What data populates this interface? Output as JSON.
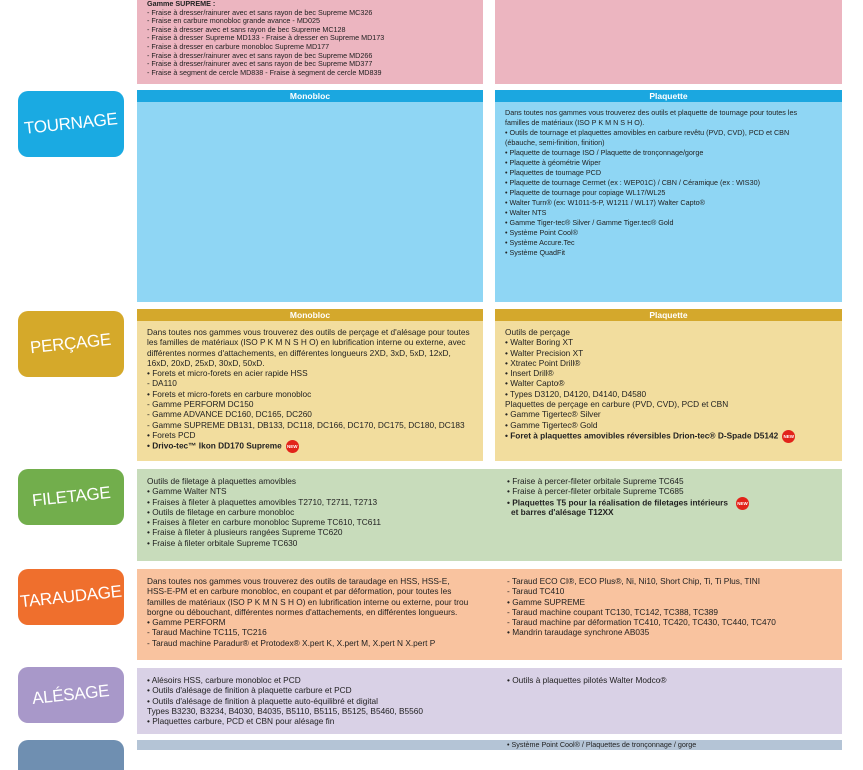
{
  "colors": {
    "pink": "#ecb5c0",
    "blue": "#8fd6f4",
    "blue_hdr": "#1ba7e0",
    "yellow": "#f2dd9e",
    "yellow_hdr": "#d4a82c",
    "green": "#c8dcbb",
    "orange": "#f9c39f",
    "lilac": "#d9d1e6",
    "steel": "#b4c4d6",
    "tab_tournage": "#1aaae2",
    "tab_percage": "#d5a92a",
    "tab_filetage": "#72ae4c",
    "tab_taraudage": "#ef6f2d",
    "tab_alesage": "#a898c9",
    "tab_last": "#6f8fb1",
    "new_badge": "#e2231a"
  },
  "top": {
    "left": [
      "Gamme SUPREME :",
      "- Fraise à dresser/rainurer avec et sans rayon de bec Supreme MC326",
      "- Fraise en carbure monobloc grande avance - MD025",
      "- Fraise à dresser avec et sans rayon de bec Supreme MC128",
      "- Fraise à dresser Supreme MD133 - Fraise à dresser en Supreme MD173",
      "- Fraise à dresser en carbure monobloc Supreme MD177",
      "- Fraise à dresser/rainurer avec et sans rayon de bec Supreme MD266",
      "- Fraise à dresser/rainurer avec et sans rayon de bec Supreme MD377",
      "- Fraise à segment de cercle MD838 - Fraise à segment de cercle MD839"
    ]
  },
  "tournage": {
    "tab": "TOURNAGE",
    "hdr_left": "Monobloc",
    "hdr_right": "Plaquette",
    "right": [
      "Dans toutes nos gammes vous trouverez des outils et plaquette de tournage pour toutes les",
      "familles de matériaux (ISO P K M N S H O).",
      "• Outils de tournage et plaquettes amovibles en carbure revêtu (PVD, CVD), PCD et CBN",
      "(ébauche, semi-finition, finition)",
      "• Plaquette de tournage ISO / Plaquette de tronçonnage/gorge",
      "• Plaquette à géométrie Wiper",
      "• Plaquettes de tournage PCD",
      "• Plaquette de tournage Cermet (ex : WEP01C) / CBN / Céramique (ex : WIS30)",
      "• Plaquette de tournage pour copiage WL17/WL25",
      "• Walter Turn® (ex: W1011-5-P, W1211 / WL17) Walter Capto®",
      "• Walter NTS",
      "• Gamme Tiger-tec® Silver / Gamme Tiger.tec® Gold",
      "• Système Point Cool®",
      "• Système Accure.Tec",
      "• Système QuadFit"
    ]
  },
  "percage": {
    "tab": "PERÇAGE",
    "hdr_left": "Monobloc",
    "hdr_right": "Plaquette",
    "left": [
      "Dans toutes nos gammes vous trouverez des outils de perçage et d'alésage pour toutes",
      "les familles de matériaux (ISO P K M N S H O) en lubrification interne ou externe, avec",
      "différentes normes d'attachements, en différentes longueurs 2XD, 3xD, 5xD, 12xD,",
      "16xD, 20xD, 25xD, 30xD, 50xD.",
      "• Forets et micro-forets en acier rapide HSS",
      "- DA110",
      "• Forets et micro-forets en carbure monobloc",
      "- Gamme PERFORM DC150",
      "- Gamme ADVANCE DC160, DC165, DC260",
      "- Gamme SUPREME DB131, DB133, DC118, DC166, DC170, DC175, DC180, DC183",
      "• Forets PCD"
    ],
    "left_bold": "• Drivo-tec™ Ikon DD170 Supreme",
    "right": [
      "Outils de perçage",
      "• Walter Boring XT",
      "• Walter Precision XT",
      "• Xtratec Point Drill®",
      "• Insert Drill®",
      "• Walter Capto®",
      "• Types D3120, D4120, D4140, D4580",
      "Plaquettes de perçage en carbure (PVD, CVD), PCD et CBN",
      "• Gamme Tigertec® Silver",
      "• Gamme Tigertec® Gold"
    ],
    "right_bold": "• Foret à plaquettes amovibles réversibles Drion-tec® D-Spade D5142",
    "new_label": "NEW"
  },
  "filetage": {
    "tab": "FILETAGE",
    "left": [
      "Outils de filetage à plaquettes amovibles",
      "• Gamme Walter NTS",
      "• Fraises à fileter à plaquettes amovibles T2710, T2711, T2713",
      "• Outils de filetage en carbure monobloc",
      "• Fraises à fileter en carbure monobloc Supreme TC610, TC611",
      "• Fraise à fileter à plusieurs rangées Supreme TC620",
      "• Fraise à fileter orbitale Supreme TC630"
    ],
    "right": [
      "• Fraise à percer-fileter orbitale Supreme TC645",
      "• Fraise à percer-fileter orbitale Supreme TC685"
    ],
    "right_bold": [
      "• Plaquettes T5 pour la réalisation de filetages intérieurs",
      "et barres d'alésage T12XX"
    ],
    "new_label": "NEW"
  },
  "taraudage": {
    "tab": "TARAUDAGE",
    "left": [
      "Dans toutes nos gammes vous trouverez des outils de taraudage en HSS, HSS-E,",
      "HSS-E-PM et en carbure monobloc, en coupant et par déformation, pour toutes les",
      "familles de matériaux (ISO P K M N S H O) en lubrification interne ou externe, pour trou",
      "borgne ou débouchant, différentes normes d'attachements, en différentes longueurs.",
      "• Gamme PERFORM",
      "- Taraud Machine TC115, TC216",
      "- Taraud machine Paradur® et Protodex® X.pert K, X.pert M, X.pert N X.pert P"
    ],
    "right": [
      "- Taraud ECO CI®, ECO Plus®, Ni, Ni10, Short Chip, Ti, Ti Plus, TINI",
      "- Taraud TC410",
      "• Gamme SUPREME",
      "- Taraud machine coupant TC130, TC142, TC388, TC389",
      "- Taraud machine par déformation TC410, TC420, TC430, TC440, TC470",
      "• Mandrin taraudage synchrone AB035"
    ]
  },
  "alesage": {
    "tab": "ALÉSAGE",
    "left": [
      "• Alésoirs HSS, carbure monobloc et PCD",
      "• Outils d'alésage de finition à plaquette carbure et PCD",
      "• Outils d'alésage de finition à plaquette auto-équilibré et digital",
      "Types B3230, B3234, B4030, B4035, B5110, B5115, B5125, B5460, B5560",
      "• Plaquettes carbure, PCD et CBN pour alésage fin"
    ],
    "right": [
      "• Outils à plaquettes pilotés Walter Modco®"
    ]
  },
  "bottom": {
    "right": [
      "• Système Point Cool® / Plaquettes de tronçonnage / gorge"
    ]
  }
}
